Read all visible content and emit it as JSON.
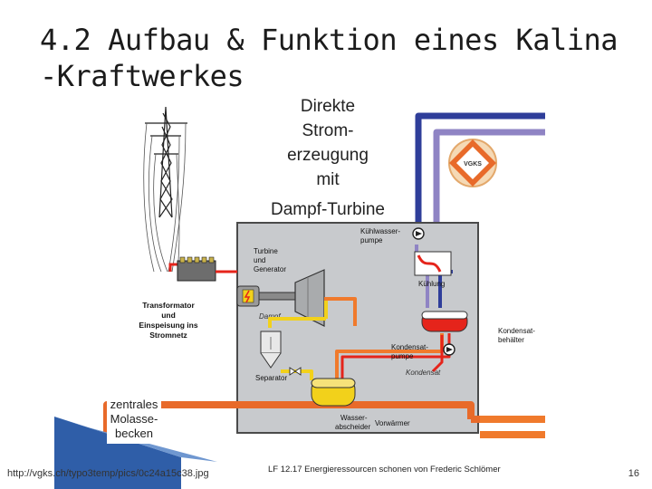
{
  "slide": {
    "title_line1": "4.2 Aufbau & Funktion eines Kalina",
    "title_line2": "-Kraftwerkes",
    "footer_url": "http://vgks.ch/typo3temp/pics/0c24a15c38.jpg",
    "footer_course": "LF 12.17 Energieressourcen schonen von Frederic Schlömer",
    "page_number": "16"
  },
  "diagram": {
    "headline": [
      "Direkte",
      "Strom-",
      "erzeugung",
      "mit",
      "Dampf-Turbine"
    ],
    "logo_text": "VGKS",
    "labels": {
      "turbine": [
        "Turbine",
        "und",
        "Generator"
      ],
      "transformer": [
        "Transformator",
        "und",
        "Einspeisung ins",
        "Stromnetz"
      ],
      "steam": "Dampf",
      "separator": "Separator",
      "cooling_pump": [
        "Kühlwasser-",
        "pumpe"
      ],
      "cooling": "Kühlung",
      "condensate_tank": [
        "Kondensat-",
        "behälter"
      ],
      "condensate_pump": [
        "Kondensat-",
        "pumpe"
      ],
      "condensate": "Kondensat",
      "water_separator": [
        "Wasser-",
        "abscheider"
      ],
      "preheater": "Vorwärmer",
      "molasse": [
        "zentrales",
        "Molasse-",
        "becken"
      ]
    }
  },
  "colors": {
    "hot_orange": "#f07a2c",
    "red_pipe": "#e5241b",
    "blue_pipe": "#2f3e9a",
    "lilac_pipe": "#8f84c4",
    "yellow": "#f2d11b",
    "box_gray": "#c8cacd"
  }
}
